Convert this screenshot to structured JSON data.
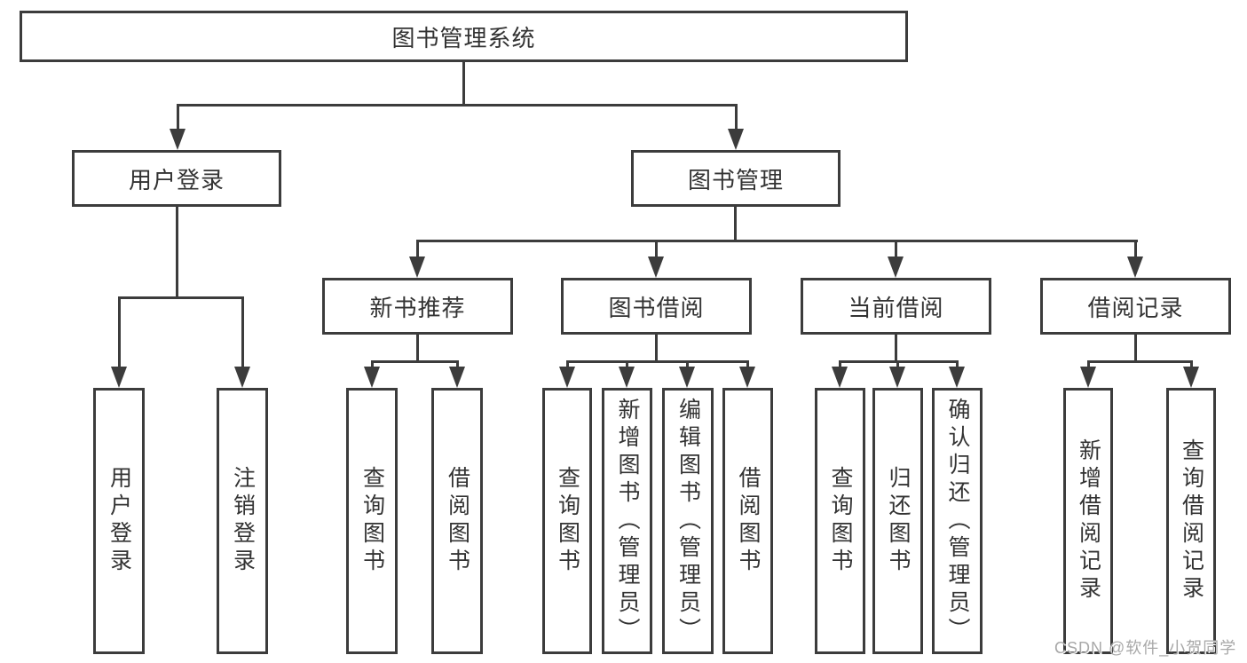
{
  "root": {
    "label": "图书管理系统"
  },
  "level2": {
    "user_login": {
      "label": "用户登录"
    },
    "book_mgmt": {
      "label": "图书管理"
    }
  },
  "level3": {
    "new_books": {
      "label": "新书推荐"
    },
    "book_borrow": {
      "label": "图书借阅"
    },
    "current_borrow": {
      "label": "当前借阅"
    },
    "borrow_records": {
      "label": "借阅记录"
    }
  },
  "level4": {
    "login_user": {
      "label": "用户登录"
    },
    "login_out": {
      "label": "注销登录"
    },
    "nb_query": {
      "label": "查询图书"
    },
    "nb_borrow": {
      "label": "借阅图书"
    },
    "bb_query": {
      "label": "查询图书"
    },
    "bb_add": {
      "label": "新增图书（管理员）"
    },
    "bb_edit": {
      "label": "编辑图书（管理员）"
    },
    "bb_borrow": {
      "label": "借阅图书"
    },
    "cb_query": {
      "label": "查询图书"
    },
    "cb_return": {
      "label": "归还图书"
    },
    "cb_confirm": {
      "label": "确认归还（管理员）"
    },
    "br_add": {
      "label": "新增借阅记录"
    },
    "br_query": {
      "label": "查询借阅记录"
    }
  },
  "watermark": {
    "text": "CSDN @软件_小贺同学"
  },
  "colors": {
    "line": "#3c3c3c",
    "text": "#333333",
    "watermark": "#a8a8a8",
    "background": "#ffffff"
  }
}
